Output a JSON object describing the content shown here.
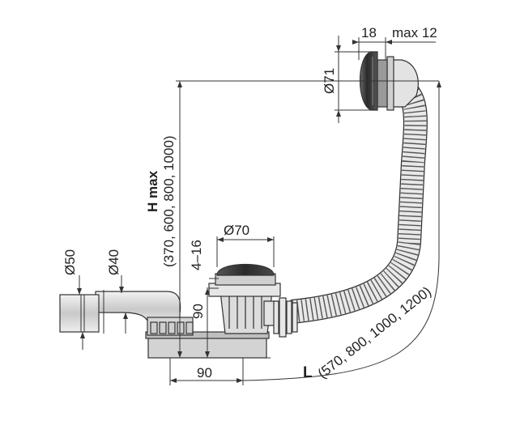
{
  "labels": {
    "d50": "Ø50",
    "d40": "Ø40",
    "d70": "Ø70",
    "d71": "Ø71",
    "gap": "4–16",
    "w18": "18",
    "max12": "max 12",
    "h90": "90",
    "w90": "90",
    "hmax_title": "H max",
    "hmax_values": "(370, 600, 800, 1000)",
    "l_title": "L",
    "l_values": "(570, 800, 1000, 1200)"
  },
  "colors": {
    "line": "#333333",
    "body_fill": "#d9d9d9",
    "hose_fill": "#e6e6e6",
    "cap_dark": "#3a3a3a"
  }
}
